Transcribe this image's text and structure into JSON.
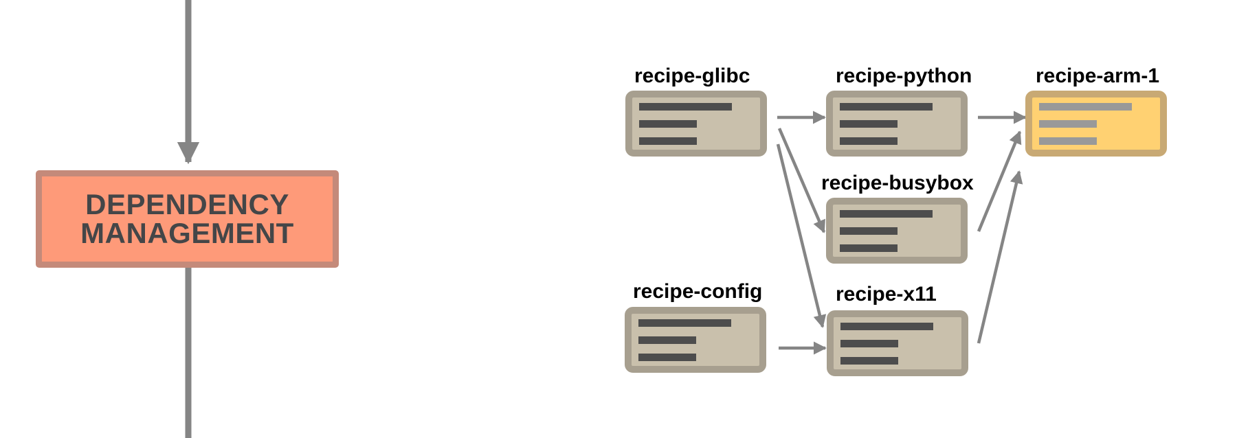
{
  "stage": {
    "label_line1": "DEPENDENCY",
    "label_line2": "MANAGEMENT",
    "fill_color": "#fe9a79",
    "border_color": "#c48a7a"
  },
  "recipes": [
    {
      "id": "glibc",
      "label": "recipe-glibc"
    },
    {
      "id": "python",
      "label": "recipe-python"
    },
    {
      "id": "arm1",
      "label": "recipe-arm-1",
      "highlighted": true
    },
    {
      "id": "busybox",
      "label": "recipe-busybox"
    },
    {
      "id": "config",
      "label": "recipe-config"
    },
    {
      "id": "x11",
      "label": "recipe-x11"
    }
  ],
  "dependencies": [
    {
      "from": "recipe-glibc",
      "to": "recipe-python"
    },
    {
      "from": "recipe-glibc",
      "to": "recipe-busybox"
    },
    {
      "from": "recipe-glibc",
      "to": "recipe-x11"
    },
    {
      "from": "recipe-config",
      "to": "recipe-x11"
    },
    {
      "from": "recipe-python",
      "to": "recipe-arm-1"
    },
    {
      "from": "recipe-busybox",
      "to": "recipe-arm-1"
    },
    {
      "from": "recipe-x11",
      "to": "recipe-arm-1"
    }
  ],
  "colors": {
    "recipe_fill": "#c9c0ac",
    "recipe_border": "#a79f8f",
    "target_fill": "#ffd172",
    "target_border": "#c8a974",
    "arrow": "#858585"
  }
}
